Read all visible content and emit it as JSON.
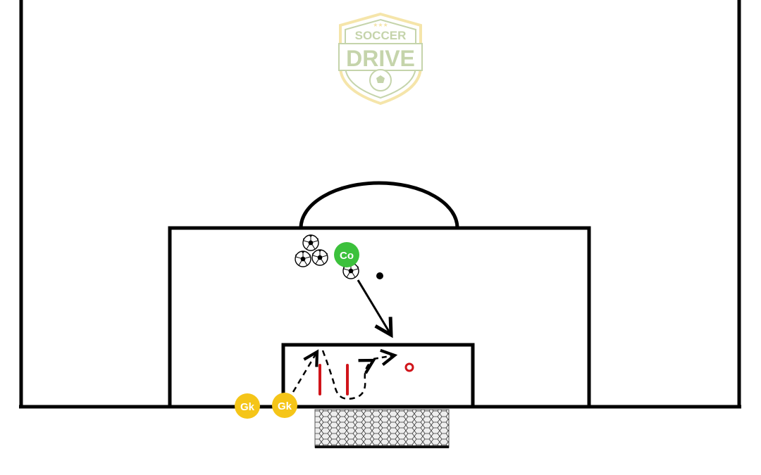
{
  "logo": {
    "top_text": "SOCCER",
    "main_text": "DRIVE",
    "stars": "★★★",
    "colors": {
      "green": "#bfd0a3",
      "gold": "#f4e3a1"
    }
  },
  "players": {
    "coach": {
      "label": "Co",
      "color": "#3cc13c"
    },
    "goalkeepers": [
      {
        "label": "Gk",
        "color": "#f5c518"
      },
      {
        "label": "Gk",
        "color": "#f5c518"
      }
    ]
  },
  "equipment": {
    "balls": 4,
    "poles_color": "#d0141a",
    "target_ring_color": "#d0141a"
  },
  "colors": {
    "lines": "#000000",
    "background": "#ffffff",
    "net_fill": "#e8e8e8"
  }
}
